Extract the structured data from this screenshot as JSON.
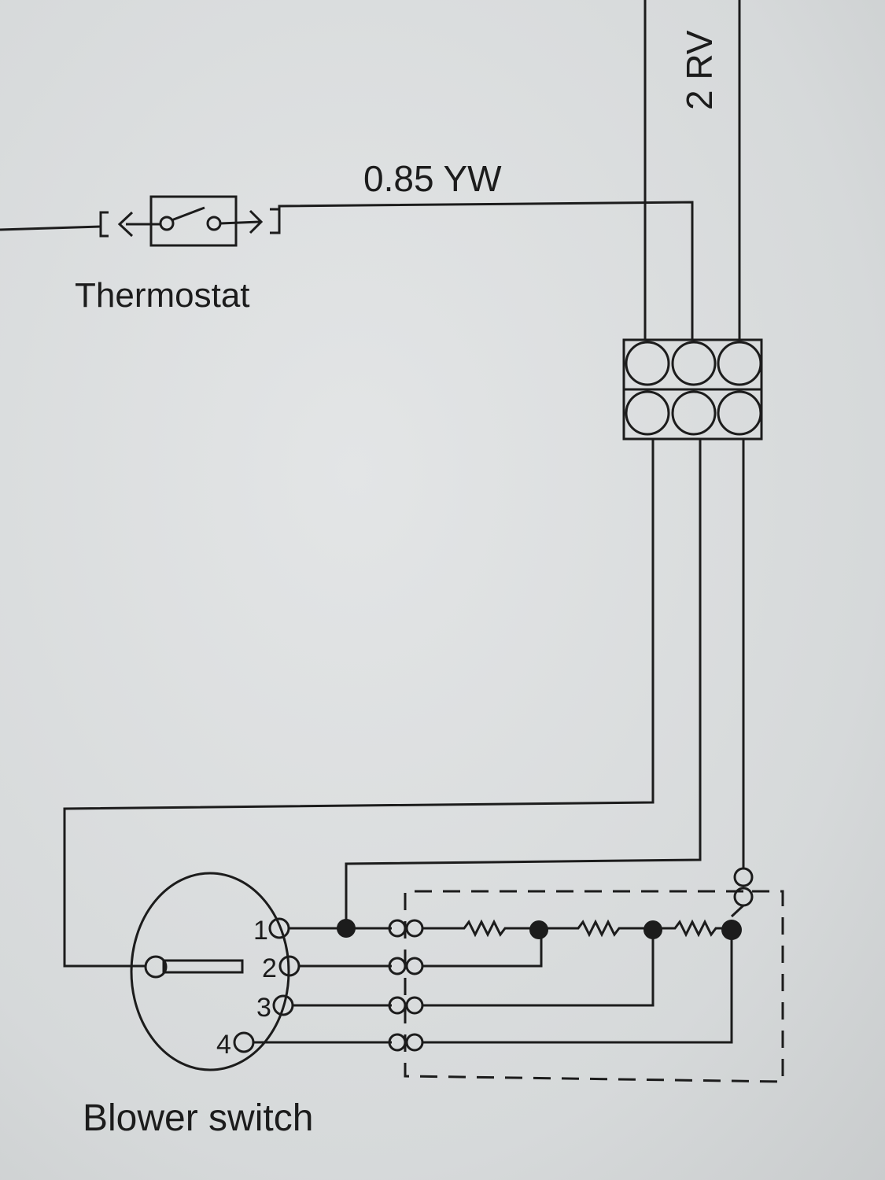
{
  "labels": {
    "wire_top_right": "2 RV",
    "wire_thermostat": "0.85 YW",
    "thermostat": "Thermostat",
    "blower_switch": "Blower switch"
  },
  "switch_positions": [
    "1",
    "2",
    "3",
    "4"
  ],
  "colors": {
    "ink": "#1c1c1c",
    "paper": "#dcdfe0"
  }
}
